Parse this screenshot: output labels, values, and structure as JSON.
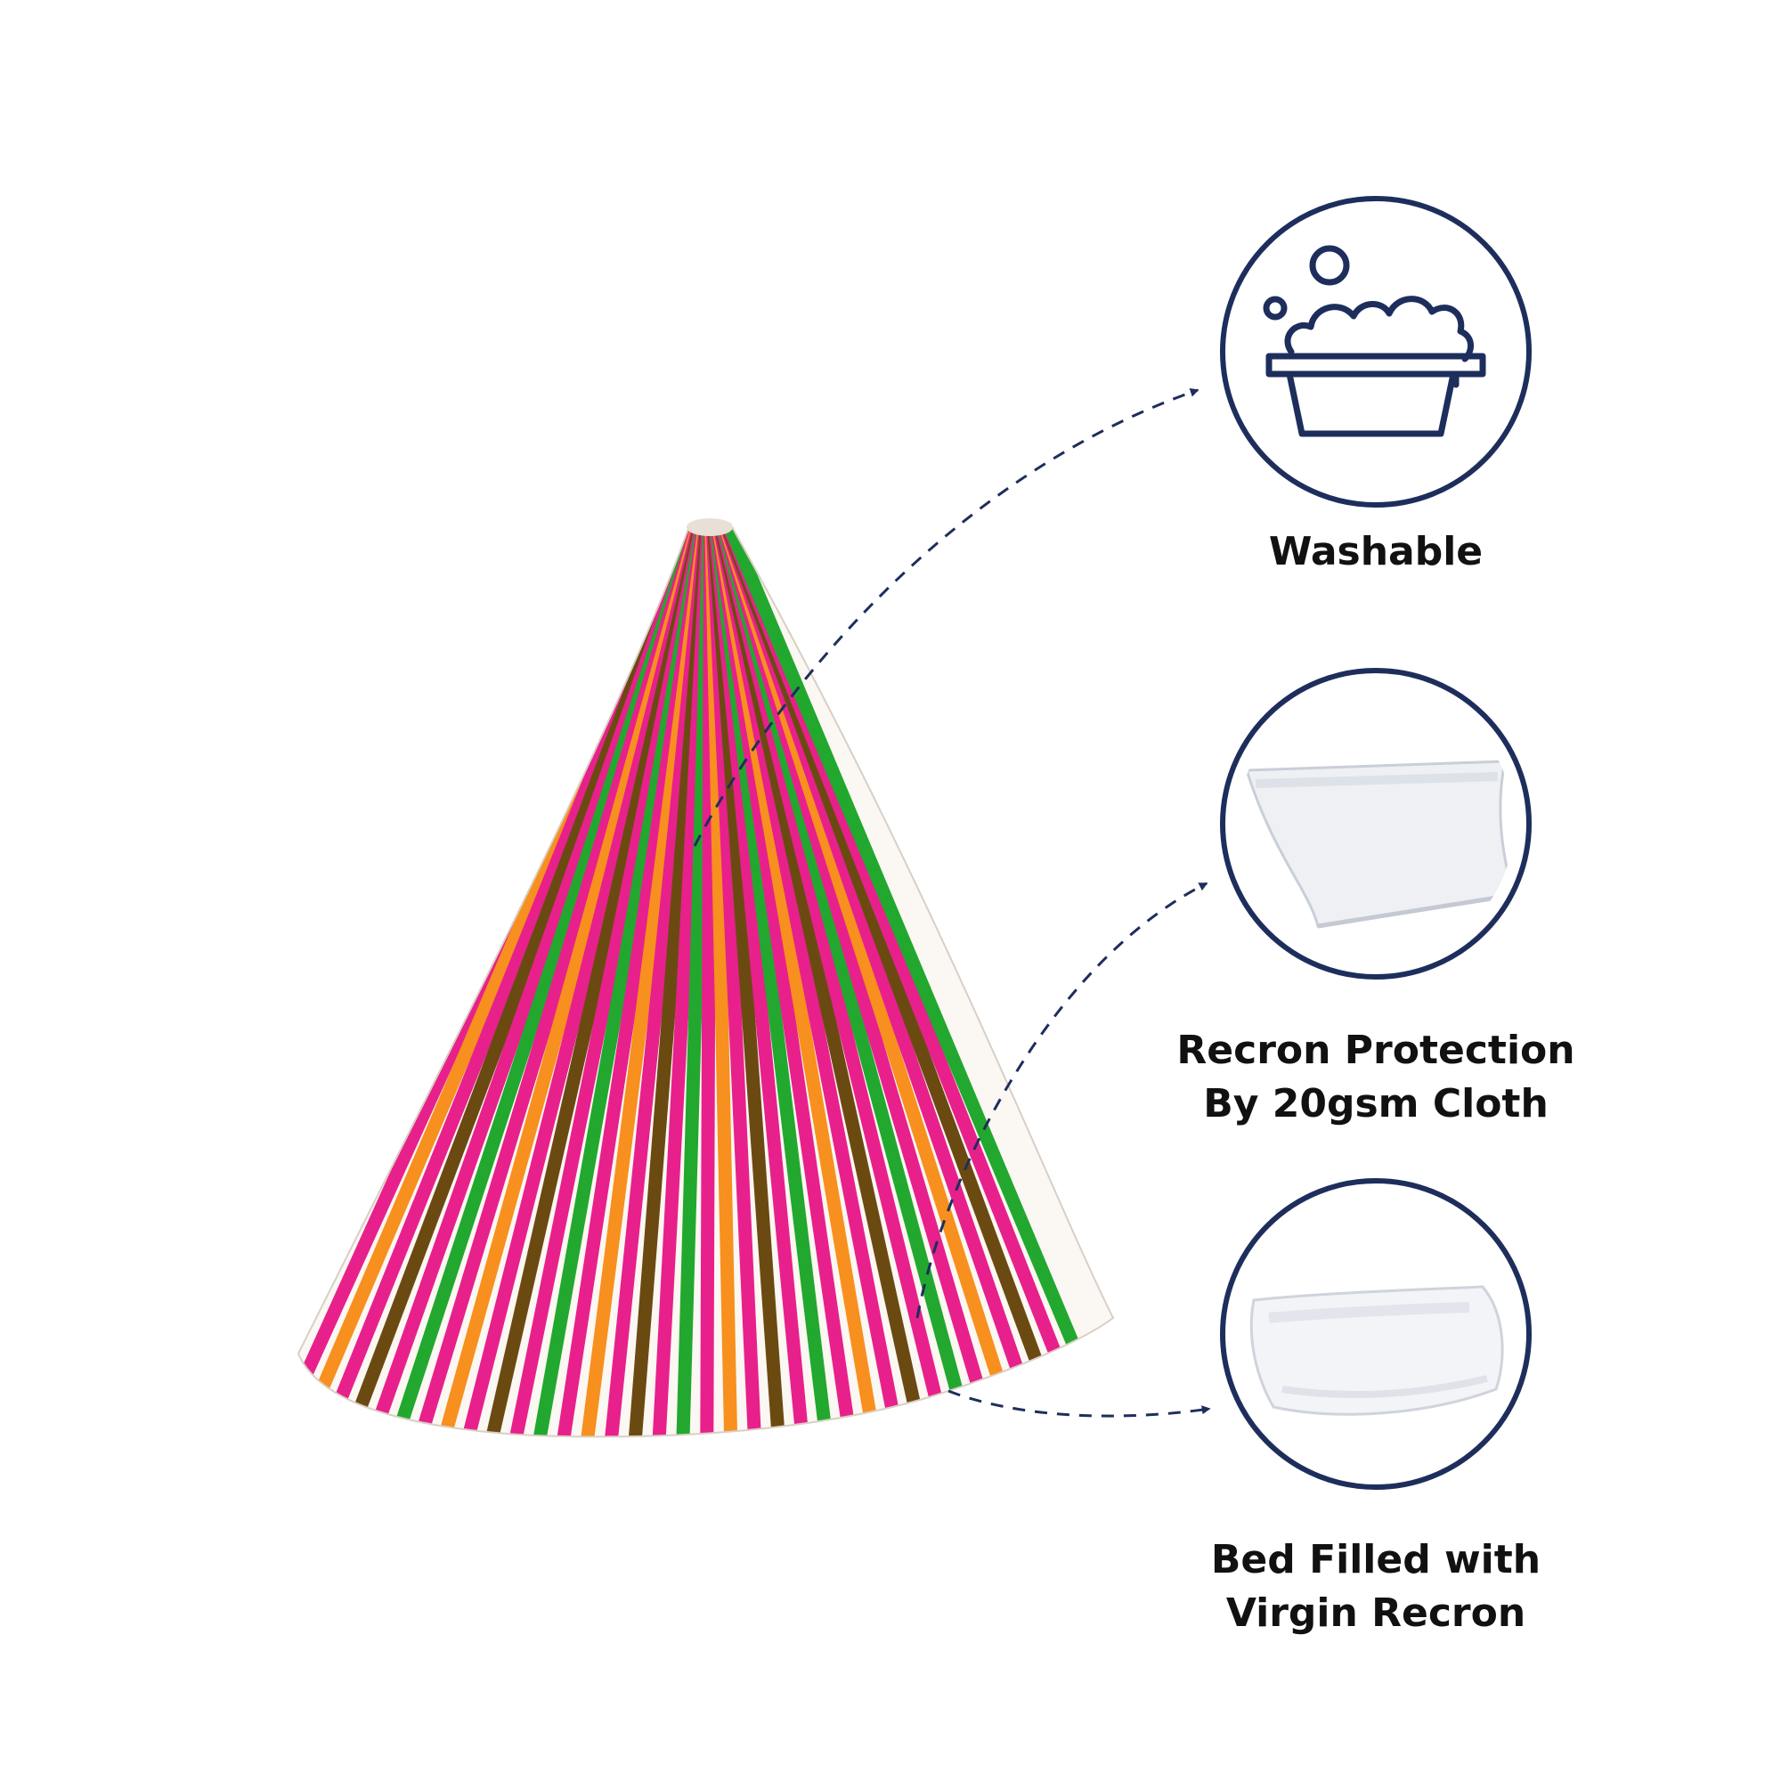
{
  "features": [
    {
      "id": "washable",
      "icon": "washing-tub-icon",
      "lines": [
        "Washable"
      ]
    },
    {
      "id": "recron-protection",
      "icon": "cloth-sheet-icon",
      "lines": [
        "Recron Protection",
        "By 20gsm Cloth"
      ]
    },
    {
      "id": "virgin-recron",
      "icon": "recron-fill-icon",
      "lines": [
        "Bed Filled with",
        "Virgin Recron"
      ]
    }
  ],
  "colors": {
    "navy": "#1e2e5c",
    "stripe_pink": "#e8208c",
    "stripe_orange": "#f7901e",
    "stripe_brown": "#6b4a12",
    "stripe_green": "#22a82e",
    "fabric_white": "#fbf7f2"
  }
}
